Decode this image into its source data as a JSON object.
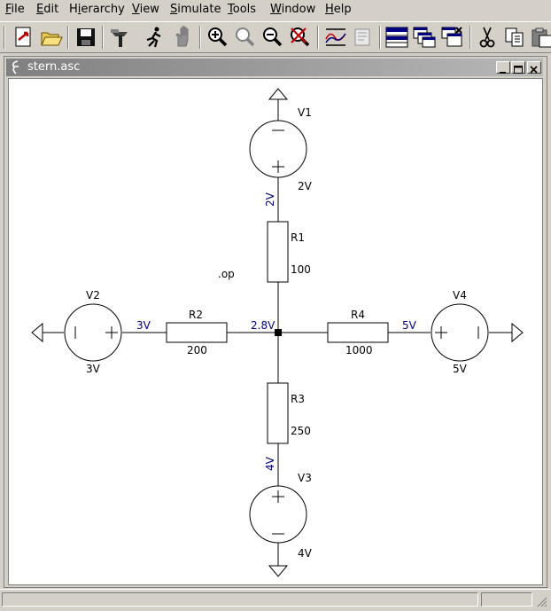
{
  "menu": {
    "file": {
      "ul": "F",
      "rest": "ile"
    },
    "edit": {
      "ul": "E",
      "rest": "dit"
    },
    "hierarchy": {
      "pre": "H",
      "ul": "i",
      "rest": "erarchy"
    },
    "view": {
      "ul": "V",
      "rest": "iew"
    },
    "simulate": {
      "ul": "S",
      "rest": "imulate"
    },
    "tools": {
      "ul": "T",
      "rest": "ools"
    },
    "window": {
      "ul": "W",
      "rest": "indow"
    },
    "help": {
      "ul": "H",
      "rest": "elp"
    }
  },
  "toolbar": {
    "icons": [
      "new-schematic-icon",
      "open-icon",
      "save-icon",
      "control-panel-icon",
      "run-icon",
      "halt-icon",
      "zoom-in-icon",
      "pan-icon",
      "zoom-out-icon",
      "zoom-cancel-icon",
      "autorange-icon",
      "view-spice-netlist-icon",
      "tile-windows-icon",
      "cascade-windows-icon",
      "close-windows-icon",
      "cut-icon",
      "copy-icon",
      "paste-icon"
    ]
  },
  "document": {
    "title": "stern.asc"
  },
  "schematic": {
    "directive": ".op",
    "v1": {
      "name": "V1",
      "value": "2V"
    },
    "v2": {
      "name": "V2",
      "value": "3V"
    },
    "v3": {
      "name": "V3",
      "value": "4V"
    },
    "v4": {
      "name": "V4",
      "value": "5V"
    },
    "r1": {
      "name": "R1",
      "value": "100"
    },
    "r2": {
      "name": "R2",
      "value": "200"
    },
    "r3": {
      "name": "R3",
      "value": "250"
    },
    "r4": {
      "name": "R4",
      "value": "1000"
    },
    "net_labels": {
      "top": "2V",
      "left": "3V",
      "center": "2.8V",
      "right": "5V",
      "bottom": "4V"
    },
    "colors": {
      "wire": "#000000",
      "net_label": "#000080",
      "junction": "#000000"
    }
  }
}
